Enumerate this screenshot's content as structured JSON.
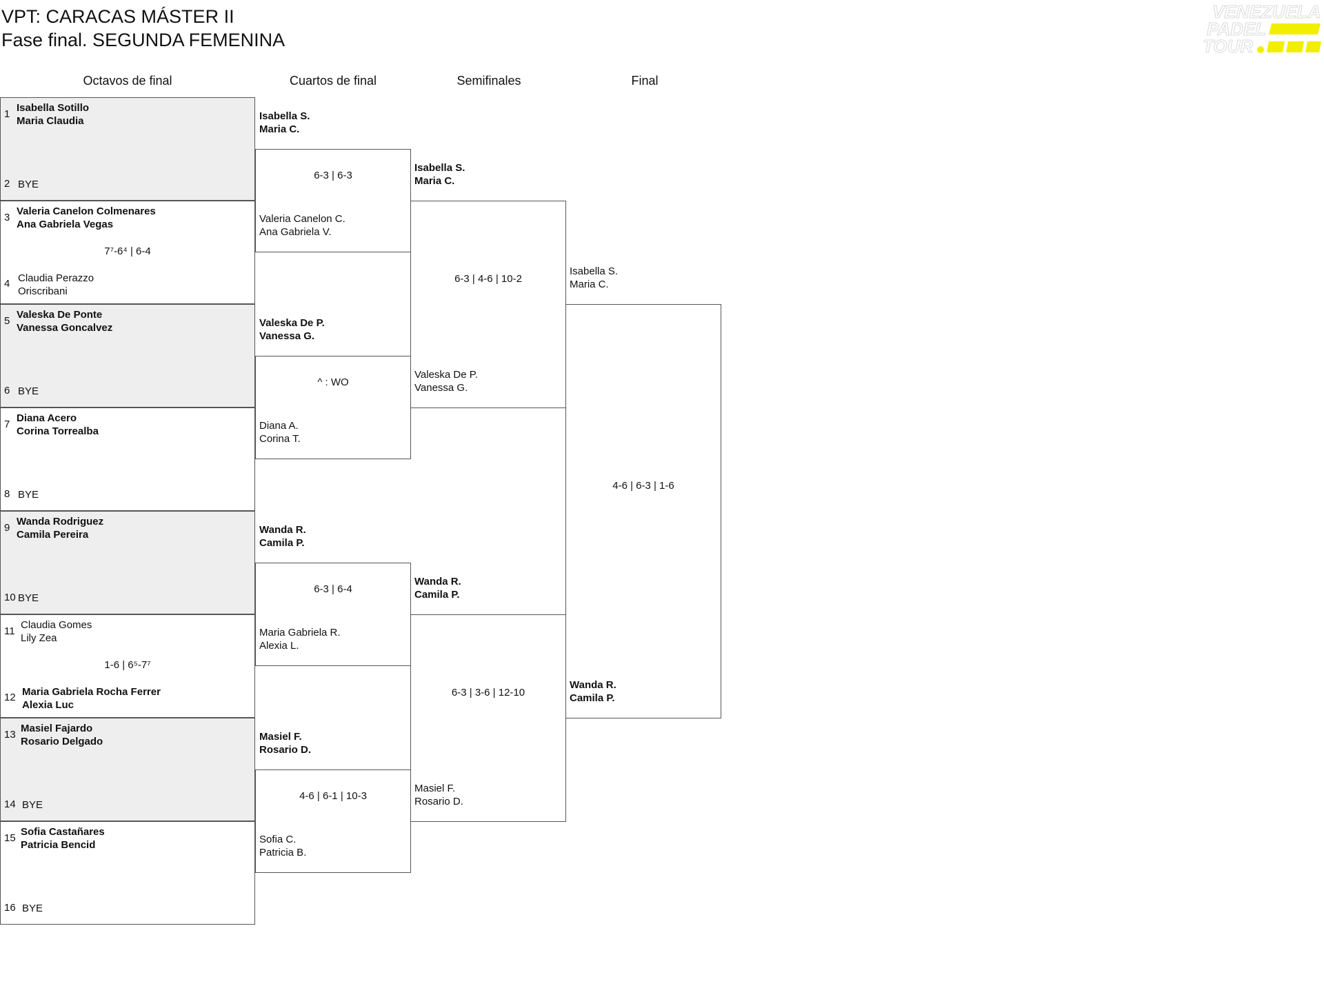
{
  "header": {
    "title": "VPT: CARACAS MÁSTER II",
    "subtitle": "Fase final. SEGUNDA FEMENINA"
  },
  "logo": {
    "line1": "VENEZUELA",
    "line2": "PADEL",
    "line3": "TOUR",
    "accent": "#f2ee00",
    "ghost": "#e6e6e6"
  },
  "rounds": {
    "r16": "Octavos de final",
    "qf": "Cuartos de final",
    "sf": "Semifinales",
    "final": "Final"
  },
  "r16": [
    {
      "s1": "1",
      "a": [
        "Isabella Sotillo",
        "Maria Claudia"
      ],
      "a_win": true,
      "s2": "2",
      "b": [
        "BYE"
      ],
      "b_win": false,
      "score": "",
      "shade": true
    },
    {
      "s1": "3",
      "a": [
        "Valeria Canelon Colmenares",
        "Ana Gabriela Vegas"
      ],
      "a_win": true,
      "s2": "4",
      "b": [
        "Claudia Perazzo",
        "Oriscribani"
      ],
      "b_win": false,
      "score": "7⁷-6⁴ | 6-4",
      "shade": false
    },
    {
      "s1": "5",
      "a": [
        "Valeska De Ponte",
        "Vanessa Goncalvez"
      ],
      "a_win": true,
      "s2": "6",
      "b": [
        "BYE"
      ],
      "b_win": false,
      "score": "",
      "shade": true
    },
    {
      "s1": "7",
      "a": [
        "Diana Acero",
        "Corina Torrealba"
      ],
      "a_win": true,
      "s2": "8",
      "b": [
        "BYE"
      ],
      "b_win": false,
      "score": "",
      "shade": false
    },
    {
      "s1": "9",
      "a": [
        "Wanda Rodriguez",
        "Camila Pereira"
      ],
      "a_win": true,
      "s2": "10",
      "b": [
        "BYE"
      ],
      "b_win": false,
      "score": "",
      "shade": true
    },
    {
      "s1": "11",
      "a": [
        "Claudia Gomes",
        "Lily Zea"
      ],
      "a_win": false,
      "s2": "12",
      "b": [
        "Maria Gabriela Rocha Ferrer",
        "Alexia Luc"
      ],
      "b_win": true,
      "score": "1-6 | 6⁵-7⁷",
      "shade": false
    },
    {
      "s1": "13",
      "a": [
        "Masiel Fajardo",
        "Rosario Delgado"
      ],
      "a_win": true,
      "s2": "14",
      "b": [
        "BYE"
      ],
      "b_win": false,
      "score": "",
      "shade": true
    },
    {
      "s1": "15",
      "a": [
        "Sofia Castañares",
        "Patricia Bencid"
      ],
      "a_win": true,
      "s2": "16",
      "b": [
        "BYE"
      ],
      "b_win": false,
      "score": "",
      "shade": false
    }
  ],
  "qf": [
    {
      "a": [
        "Isabella S.",
        "Maria C."
      ],
      "a_win": true,
      "b": [
        "Valeria Canelon C.",
        "Ana Gabriela V."
      ],
      "b_win": false,
      "score": "6-3 | 6-3"
    },
    {
      "a": [
        "Valeska De P.",
        "Vanessa G."
      ],
      "a_win": true,
      "b": [
        "Diana A.",
        "Corina T."
      ],
      "b_win": false,
      "score": "^ : WO"
    },
    {
      "a": [
        "Wanda R.",
        "Camila P."
      ],
      "a_win": true,
      "b": [
        "Maria Gabriela R.",
        "Alexia L."
      ],
      "b_win": false,
      "score": "6-3 | 6-4"
    },
    {
      "a": [
        "Masiel F.",
        "Rosario D."
      ],
      "a_win": true,
      "b": [
        "Sofia C.",
        "Patricia B."
      ],
      "b_win": false,
      "score": "4-6 | 6-1 | 10-3"
    }
  ],
  "sf": [
    {
      "a": [
        "Isabella S.",
        "Maria C."
      ],
      "a_win": true,
      "b": [
        "Valeska De P.",
        "Vanessa G."
      ],
      "b_win": false,
      "score": "6-3 | 4-6 | 10-2"
    },
    {
      "a": [
        "Wanda R.",
        "Camila P."
      ],
      "a_win": true,
      "b": [
        "Masiel F.",
        "Rosario D."
      ],
      "b_win": false,
      "score": "6-3 | 3-6 | 12-10"
    }
  ],
  "final": {
    "a": [
      "Isabella S.",
      "Maria C."
    ],
    "a_win": false,
    "b": [
      "Wanda R.",
      "Camila P."
    ],
    "b_win": true,
    "score": "4-6 | 6-3 | 1-6"
  }
}
